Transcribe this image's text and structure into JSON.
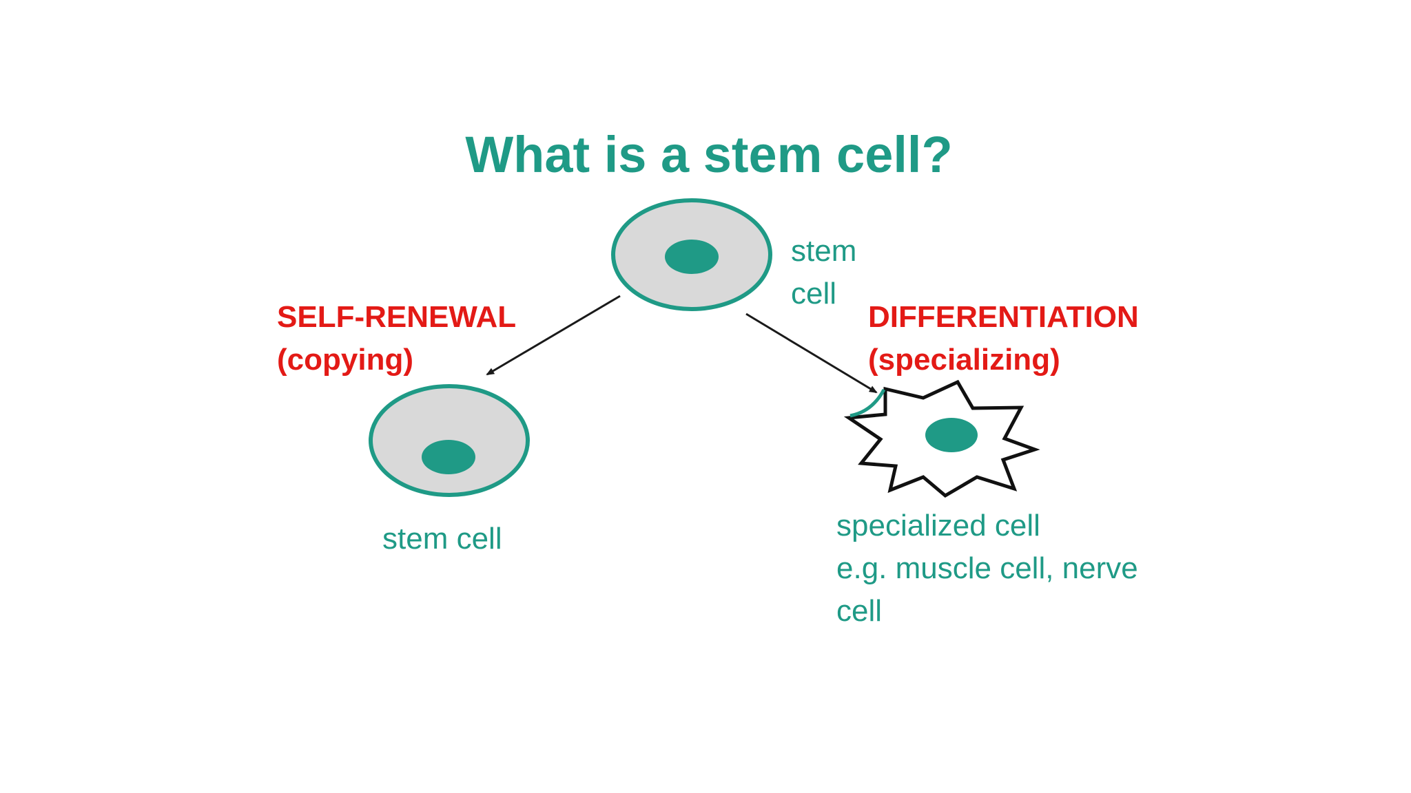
{
  "slide": {
    "title": "What is a stem cell?",
    "top_cell_label_line1": "stem",
    "top_cell_label_line2": "cell",
    "self_renewal_title": "SELF-RENEWAL",
    "self_renewal_subtitle": "(copying)",
    "differentiation_title": "DIFFERENTIATION",
    "differentiation_subtitle": "(specializing)",
    "left_cell_label": "stem cell",
    "specialized_label_line1": "specialized cell",
    "specialized_label_line2": "e.g. muscle cell, nerve",
    "specialized_label_line3": "cell"
  },
  "colors": {
    "teal": "#1f9a86",
    "red": "#e31a16",
    "cell_fill": "#d9d9d9",
    "arrow": "#1a1a1a"
  },
  "icons": {
    "arrow_left": "arrow-down-left",
    "arrow_right": "arrow-down-right"
  }
}
